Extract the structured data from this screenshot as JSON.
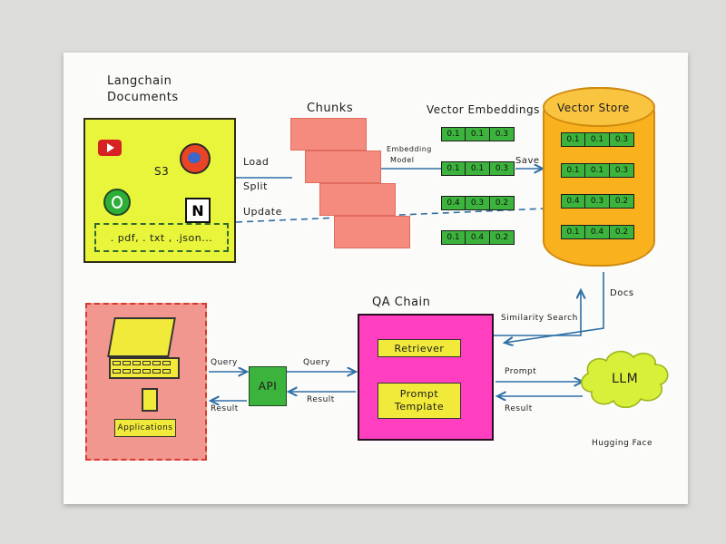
{
  "documents": {
    "title_line1": "Langchain",
    "title_line2": "Documents",
    "s3_label": "S3",
    "notion_glyph": "N",
    "file_types": ". pdf, . txt , .json..."
  },
  "flows": {
    "load": "Load",
    "split": "Split",
    "update": "Update",
    "embedding_model_line1": "Embedding",
    "embedding_model_line2": "Model",
    "save": "Save",
    "docs": "Docs",
    "similarity_search": "Similarity Search",
    "query_left": "Query",
    "query_right": "Query",
    "result_left": "Result",
    "result_right": "Result",
    "prompt": "Prompt",
    "result_llm": "Result"
  },
  "chunks": {
    "title": "Chunks"
  },
  "embeddings": {
    "title": "Vector Embeddings",
    "rows": [
      [
        "0.1",
        "0.1",
        "0.3"
      ],
      [
        "0.1",
        "0.1",
        "0.3"
      ],
      [
        "0.4",
        "0.3",
        "0.2"
      ],
      [
        "0.1",
        "0.4",
        "0.2"
      ]
    ]
  },
  "vector_store": {
    "title": "Vector Store",
    "rows": [
      [
        "0.1",
        "0.1",
        "0.3"
      ],
      [
        "0.1",
        "0.1",
        "0.3"
      ],
      [
        "0.4",
        "0.3",
        "0.2"
      ],
      [
        "0.1",
        "0.4",
        "0.2"
      ]
    ]
  },
  "qa_chain": {
    "title": "QA Chain",
    "retriever": "Retriever",
    "prompt_template_line1": "Prompt",
    "prompt_template_line2": "Template"
  },
  "api": {
    "label": "API"
  },
  "applications": {
    "label": "Applications"
  },
  "llm": {
    "label": "LLM",
    "provider": "Hugging Face"
  },
  "colors": {
    "documents_fill": "#e8f53a",
    "chunk_fill": "#f48b7e",
    "embedding_fill": "#3cb33c",
    "vector_store_fill": "#f9b21d",
    "qa_chain_fill": "#ff3fbf",
    "retriever_fill": "#f2ea3a",
    "applications_fill": "#f2978f",
    "llm_fill": "#d8f03a",
    "arrow": "#2f6fa6"
  }
}
